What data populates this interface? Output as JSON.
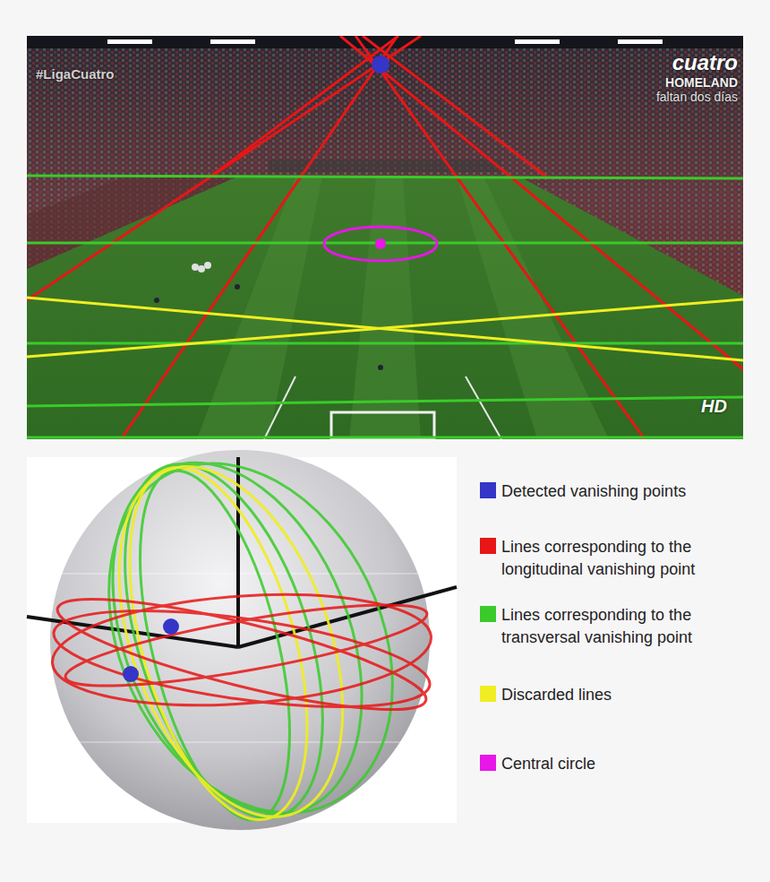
{
  "diagram": {
    "labels": [
      "#LigaCuatro",
      "cuatro",
      "HOMELAND",
      "faltan dos días",
      "HD"
    ],
    "legend": [
      {
        "text": "Detected vanishing points",
        "color": "#3535c8"
      },
      {
        "text": "Lines corresponding to the longitudinal vanishing point",
        "color": "#e81616"
      },
      {
        "text": "Lines corresponding to the transversal vanishing point",
        "color": "#3acb2a"
      },
      {
        "text": "Discarded lines",
        "color": "#f0ee22"
      },
      {
        "text": "Central circle",
        "color": "#e816e8"
      }
    ]
  }
}
